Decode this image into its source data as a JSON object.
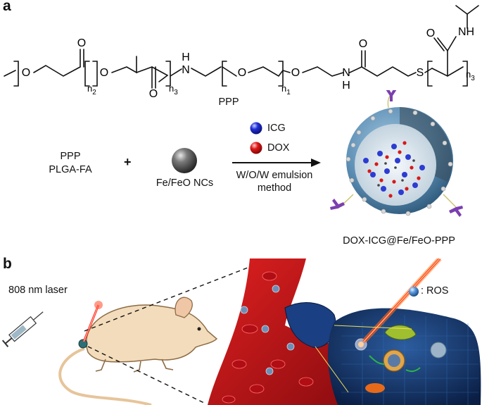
{
  "panel_a": {
    "letter": "a",
    "polymer_name": "PPP",
    "atoms": {
      "O": "O",
      "N": "N",
      "H": "H",
      "S": "S",
      "NH": "NH"
    },
    "subscripts": {
      "n1": "n",
      "n1_sub": "1",
      "n2": "n",
      "n2_sub": "2",
      "n3": "n",
      "n3_sub": "3"
    },
    "reactant_1": [
      "PPP",
      "PLGA-FA"
    ],
    "plus": "+",
    "reactant_2": "Fe/FeO NCs",
    "legend": [
      {
        "label": "ICG",
        "color": "#1f2fd6"
      },
      {
        "label": "DOX",
        "color": "#e01818"
      }
    ],
    "method": [
      "W/O/W emulsion",
      "method"
    ],
    "product": "DOX-ICG@Fe/FeO-PPP"
  },
  "panel_b": {
    "letter": "b",
    "laser_label": "808 nm laser",
    "ros_label": ": ROS",
    "colors": {
      "vessel": "#c8141c",
      "cell": "#13305e",
      "mouse": "#f3dcbb",
      "laser": "#ff2a1a"
    }
  }
}
